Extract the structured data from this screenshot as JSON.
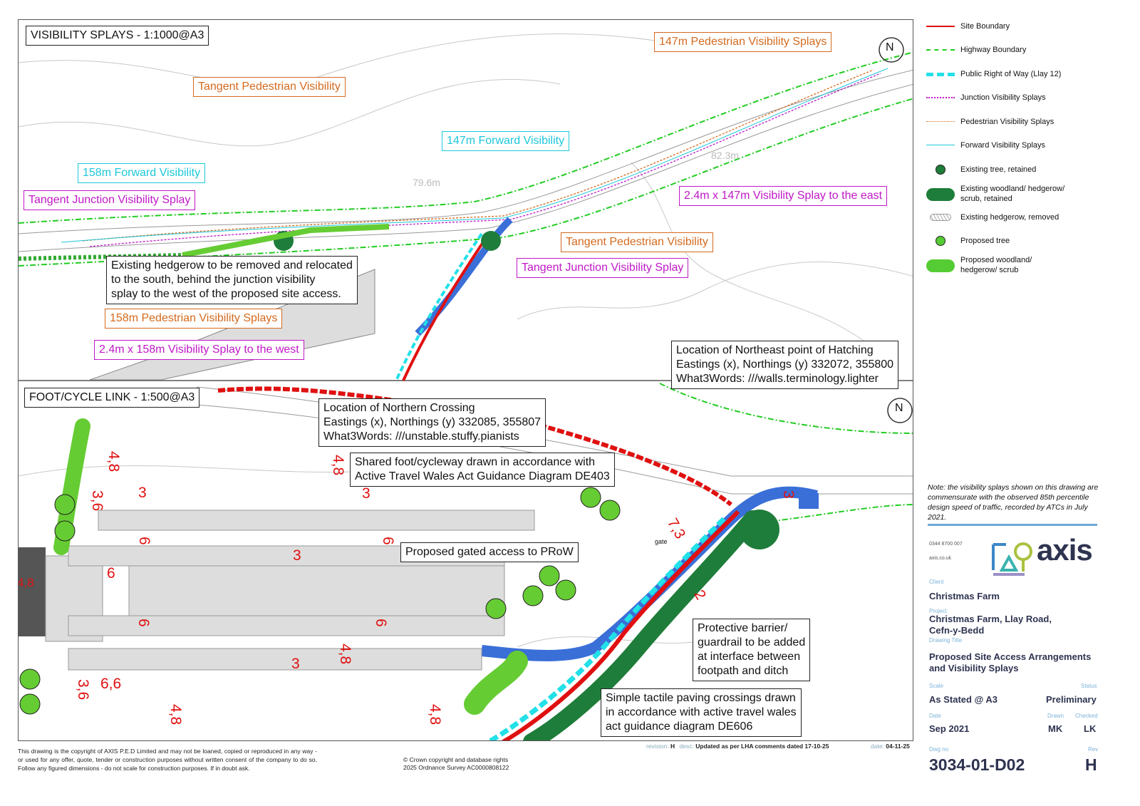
{
  "top_panel": {
    "title": "VISIBILITY SPLAYS - 1:1000@A3",
    "labels": {
      "ped_147": "147m Pedestrian Visibility Splays",
      "tangent_ped_1": "Tangent Pedestrian Visibility",
      "fwd_147": "147m Forward Visibility",
      "fwd_158": "158m Forward Visibility",
      "tangent_junc_1": "Tangent Junction Visibility Splay",
      "splay_east": "2.4m x 147m Visibility Splay to the east",
      "tangent_ped_2": "Tangent Pedestrian Visibility",
      "tangent_junc_2": "Tangent Junction Visibility Splay",
      "hedgerow_note": [
        "Existing hedgerow to be removed and relocated",
        "to the south, behind the junction visibility",
        "splay to the west of the proposed site access."
      ],
      "ped_158": "158m Pedestrian Visibility Splays",
      "splay_west": "2.4m x 158m Visibility Splay to the west",
      "dist_west": "79.6m",
      "dist_east": "82.3m"
    },
    "north": "N"
  },
  "hatching_note": [
    "Location of Northeast point of Hatching",
    "Eastings (x), Northings (y) 332072, 355800",
    "What3Words: ///walls.terminology.lighter"
  ],
  "bottom_panel": {
    "title": "FOOT/CYCLE LINK - 1:500@A3",
    "north": "N",
    "northern_crossing": [
      "Location of Northern Crossing",
      "Eastings (x), Northings (y) 332085, 355807",
      "What3Words: ///unstable.stuffy.pianists"
    ],
    "shared_path": [
      "Shared foot/cycleway drawn in accordance with",
      "Active Travel Wales Act Guidance Diagram DE403"
    ],
    "gated_access": "Proposed gated access to PRoW",
    "barrier": [
      "Protective barrier/",
      "guardrail to be added",
      "at interface between",
      "footpath and ditch"
    ],
    "tactile": [
      "Simple tactile paving crossings drawn",
      "in accordance with active travel wales",
      "act guidance diagram DE606"
    ],
    "gate": "gate",
    "dims": [
      "4,8",
      "3,6",
      "3",
      "4,8",
      "3",
      "6",
      "6",
      "3",
      "6",
      "4,8",
      "6",
      "6",
      "3",
      "4,8",
      "3,6",
      "6,6",
      "4,8",
      "4,8",
      "7,3",
      "2",
      "3"
    ]
  },
  "legend": [
    {
      "label": "Site Boundary",
      "icon": "red-line"
    },
    {
      "label": "Highway Boundary",
      "icon": "green-dash-dot"
    },
    {
      "label": "Public Right of Way (Llay 12)",
      "icon": "cyan-dash"
    },
    {
      "label": "Junction Visibility Splays",
      "icon": "magenta-dot"
    },
    {
      "label": "Pedestrian Visibility Splays",
      "icon": "orange-dot"
    },
    {
      "label": "Forward Visibility Splays",
      "icon": "cyan-line"
    },
    {
      "label": "Existing tree, retained",
      "icon": "dark-green-circle"
    },
    {
      "label": "Existing woodland/ hedgerow/ scrub, retained",
      "icon": "dark-green-cloud"
    },
    {
      "label": "Existing hedgerow, removed",
      "icon": "hatched-cloud"
    },
    {
      "label": "Proposed tree",
      "icon": "light-green-circle"
    },
    {
      "label": "Proposed woodland/ hedgerow/ scrub",
      "icon": "light-green-cloud"
    }
  ],
  "note": "Note: the visibility splays shown on this drawing are commensurate with the observed 85th percentile design speed of traffic, recorded by ATCs in July 2021.",
  "title_block": {
    "phone": "0344 8700 007",
    "web": "axis.co.uk",
    "logo": "axis",
    "client_label": "Client",
    "client": "Christmas Farm",
    "project_label": "Project",
    "project": "Christmas Farm, Llay Road, Cefn-y-Bedd",
    "drawing_title_label": "Drawing Title",
    "drawing_title": "Proposed Site Access Arrangements and Visibility Splays",
    "scale_label": "Scale",
    "scale": "As Stated @ A3",
    "status_label": "Status",
    "status": "Preliminary",
    "date_label": "Date",
    "date": "Sep 2021",
    "drawn_label": "Drawn",
    "drawn": "MK",
    "checked_label": "Checked",
    "checked": "LK",
    "dwg_label": "Dwg no",
    "dwg": "3034-01-D02",
    "rev_label": "Rev",
    "rev": "H"
  },
  "footer": {
    "copyright": "This drawing is the copyright of AXIS P.E.D Limited and may not be loaned, copied or reproduced in any way - or used for any offer, quote, tender or construction purposes without written consent of the company to do so. Follow any figured dimensions - do not scale for construction purposes. If in doubt ask.",
    "crown": "© Crown copyright and database rights",
    "os": "2025 Ordnance Survey AC0000808122",
    "revision_label": "revision:",
    "revision": "H",
    "desc_label": "desc:",
    "desc": "Updated as per LHA comments dated 17-10-25",
    "date_label": "date:",
    "date": "04-11-25"
  },
  "colors": {
    "site": "#e01010",
    "highway": "#22cc22",
    "prow": "#22e0e8",
    "junction": "#c018c8",
    "ped": "#d46a1e",
    "fwd": "#1cc8d8",
    "path": "#3a6fd8"
  }
}
